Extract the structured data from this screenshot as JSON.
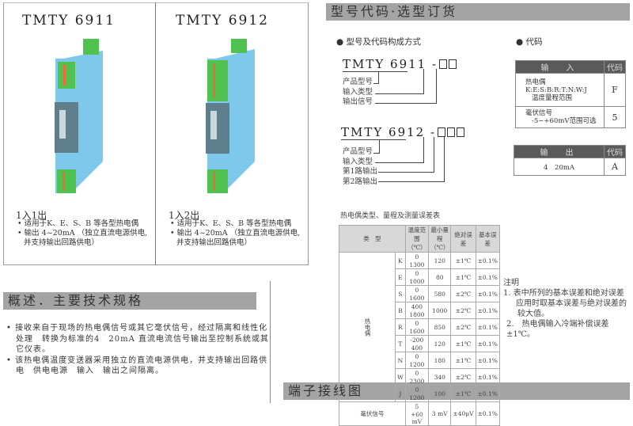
{
  "products": [
    {
      "title": "TMTY 6911",
      "io": "1入1出",
      "bullets": [
        "适用于K、E、S、B 等各型热电偶",
        "输出 4~20mA （独立直流电源供电,",
        "并支持输出回路供电）"
      ]
    },
    {
      "title": "TMTY 6912",
      "io": "1入2出",
      "bullets": [
        "适用于K、E、S、B 等各型热电偶",
        "输出 4~20mA （独立直流电源供电,",
        "并支持输出回路供电）"
      ]
    }
  ],
  "overview": {
    "title": "概述．主要技术规格",
    "bullets": [
      "接收来自于现场的热电偶信号或其它毫伏信号，经过隔离和线性化处理　转换为标准的4　20mA 直流电流信号输出至控制系统或其它仪表。",
      "该热电偶温度变送器采用独立的直流电源供电，并支持输出回路供电　供电电源　输入　输出之间隔离。"
    ]
  },
  "wiring": {
    "title": "端子接线图"
  },
  "ordering": {
    "title": "型号代码·选型订货",
    "composition_heading": "型号及代码构成方式",
    "code_heading": "代码",
    "model1": {
      "name": "TMTY 6911",
      "dash": "-",
      "labels": [
        "产品型号",
        "输入类型",
        "输出信号"
      ]
    },
    "model2": {
      "name": "TMTY 6912",
      "dash": "-",
      "labels": [
        "产品型号",
        "输入类型",
        "第1路输出",
        "第2路输出"
      ]
    },
    "input_table": {
      "header": "输　入",
      "code_header": "代码",
      "rows": [
        {
          "lines": [
            "热电偶",
            "K:E:S:B:R:T:N:W:J",
            "温度量程范围"
          ],
          "code": "F"
        },
        {
          "lines": [
            "毫伏信号",
            "-5~+60mV范围可选"
          ],
          "code": "5"
        }
      ]
    },
    "output_table": {
      "header": "输　出",
      "code_header": "代码",
      "rows": [
        {
          "text": "4　20mA",
          "code": "A"
        }
      ]
    }
  },
  "tc_table": {
    "title": "热电偶类型、量程及测量误差表",
    "headers": [
      "类　型",
      "温度范围（℃）",
      "最小量程（℃）",
      "绝对误差",
      "基本误差"
    ],
    "group": "热电偶",
    "rows": [
      [
        "K",
        "0　1300",
        "120",
        "±1℃",
        "±0.1%"
      ],
      [
        "E",
        "0　1000",
        "80",
        "±1℃",
        "±0.1%"
      ],
      [
        "S",
        "0　1600",
        "580",
        "±2℃",
        "±0.1%"
      ],
      [
        "B",
        "400　1800",
        "1000",
        "±2℃",
        "±0.1%"
      ],
      [
        "R",
        "0　1600",
        "850",
        "±2℃",
        "±0.1%"
      ],
      [
        "T",
        "-200　400",
        "120",
        "±1℃",
        "±0.1%"
      ],
      [
        "N",
        "0　1200",
        "180",
        "±1℃",
        "±0.1%"
      ],
      [
        "W",
        "0　2300",
        "340",
        "±2℃",
        "±0.1%"
      ],
      [
        "J",
        "0　1200",
        "100",
        "±1℃",
        "±0.1%"
      ]
    ],
    "mv_row": [
      "毫伏信号",
      "5　+60 mV",
      "3 mV",
      "±40μV",
      "±0.1%"
    ]
  },
  "notes": {
    "title": "注明",
    "items": [
      "1. 表中所列的基本误差和绝对误差",
      "应用时取基本误差与绝对误差的",
      "较大值。",
      "2.　热电偶输入冷端补偿误差±1℃。"
    ]
  }
}
